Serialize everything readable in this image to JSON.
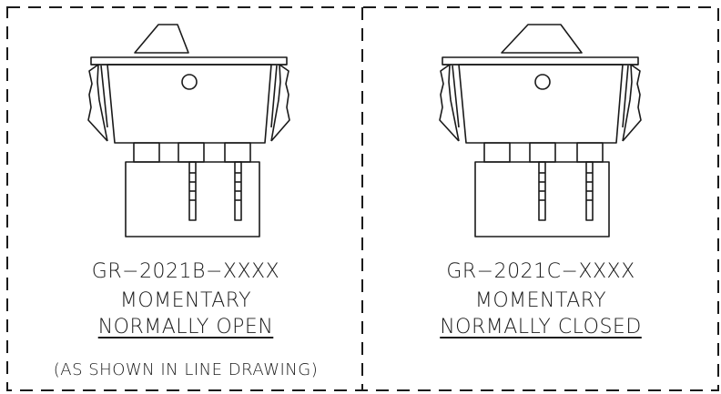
{
  "panels": [
    {
      "model": "GR−2021B−XXXX",
      "type": "MOMENTARY",
      "state": "NORMALLY OPEN",
      "note": "(AS SHOWN IN LINE DRAWING)",
      "pin_style": "open"
    },
    {
      "model": "GR−2021C−XXXX",
      "type": "MOMENTARY",
      "state": "NORMALLY CLOSED",
      "note": "",
      "pin_style": "closed"
    }
  ],
  "colors": {
    "line": "#1a1a1a",
    "background": "#ffffff"
  }
}
